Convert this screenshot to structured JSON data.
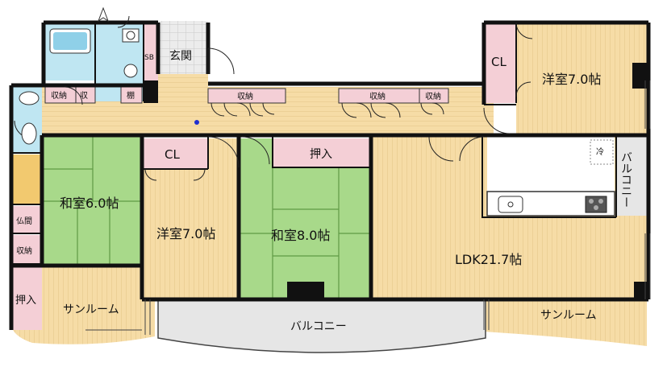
{
  "colors": {
    "wood": "#f6dca6",
    "wood_line": "#e3c486",
    "tatami": "#a8d98a",
    "tatami_line": "#5f9a45",
    "storage": "#f4cfd6",
    "bath": "#bfe6f2",
    "entrance_tile": "#ececec",
    "wall": "#111111",
    "balcony": "#e6e6e6"
  },
  "rooms": {
    "genkan": "玄関",
    "sb": "SB",
    "tana": "棚",
    "shuno_left": "収納",
    "shu_short": "収",
    "shuno_hall1": "収納",
    "shuno_hall2": "収納",
    "shuno_hall3": "収納",
    "cl_northeast": "CL",
    "yoshitsu_northeast": "洋室7.0帖",
    "washitsu_60": "和室6.0帖",
    "cl_middle": "CL",
    "yoshitsu_middle": "洋室7.0帖",
    "oshiire_middle": "押入",
    "washitsu_80": "和室8.0帖",
    "ldk": "LDK21.7帖",
    "rei": "冷",
    "balcony_east": "バルコニー",
    "butsuma": "仏間",
    "shuno_west": "収納",
    "oshiire_west": "押入",
    "sunroom_west": "サンルーム",
    "balcony_south": "バルコニー",
    "sunroom_east": "サンルーム"
  },
  "icons": {
    "bathtub": "bathtub-icon",
    "sink": "sink-icon",
    "toilet": "toilet-icon",
    "kitchen": "kitchen-sink-icon",
    "stove": "stove-icon",
    "north_arrow": "north-arrow-icon",
    "marker": "location-dot-icon"
  }
}
